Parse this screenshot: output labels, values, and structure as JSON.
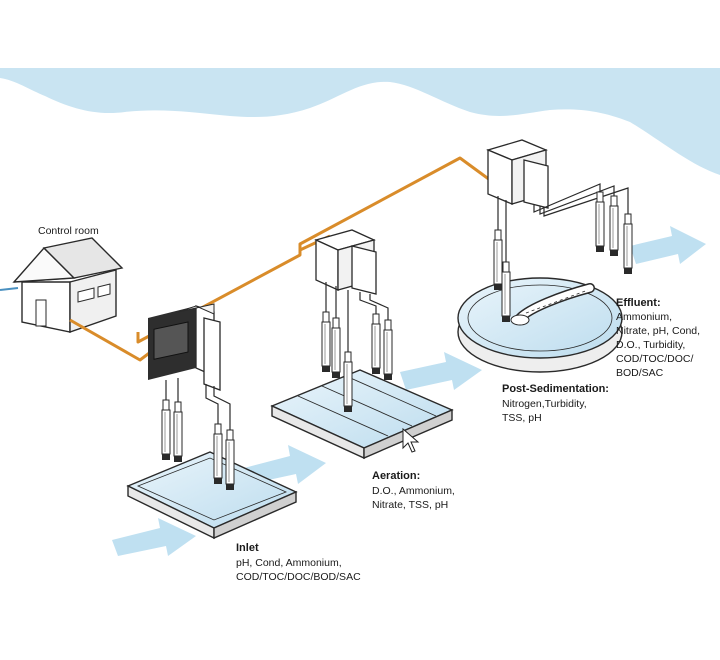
{
  "control_room": {
    "label": "Control room"
  },
  "stations": {
    "inlet": {
      "title": "Inlet",
      "params": [
        "pH, Cond, Ammonium,",
        "COD/TOC/DOC/BOD/SAC"
      ]
    },
    "aeration": {
      "title": "Aeration:",
      "params": [
        "D.O., Ammonium,",
        "Nitrate, TSS, pH"
      ]
    },
    "post_sedimentation": {
      "title": "Post-Sedimentation:",
      "params": [
        "Nitrogen,Turbidity,",
        "TSS, pH"
      ]
    },
    "effluent": {
      "title": "Effluent:",
      "params": [
        "Ammonium,",
        "Nitrate, pH, Cond,",
        "D.O., Turbidity,",
        "COD/TOC/DOC/",
        "BOD/SAC"
      ]
    }
  },
  "colors": {
    "river": "#c9e4f2",
    "flow_arrow": "#bfe0f1",
    "cable": "#d98c2a",
    "outline": "#2a2a2a",
    "tank_water": "#d8edf7"
  }
}
